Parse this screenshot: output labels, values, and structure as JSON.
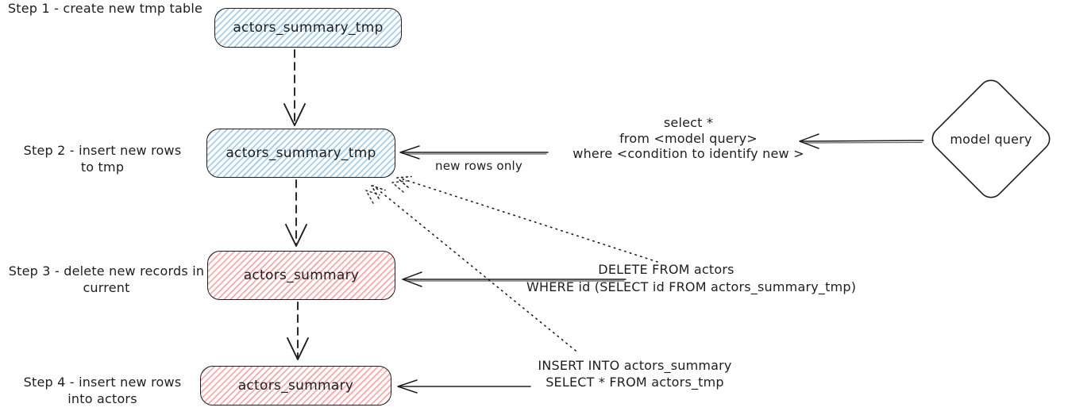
{
  "colors": {
    "ink": "#1e1e1e",
    "blue_stripe": "#a9cde9",
    "red_stripe": "#f4adaa"
  },
  "steps": [
    {
      "label": [
        "Step 1 - create new tmp table"
      ],
      "node": "actors_summary_tmp",
      "node_style": "blue"
    },
    {
      "label": [
        "Step 2 - insert new rows",
        "to tmp"
      ],
      "node": "actors_summary_tmp",
      "node_style": "blue"
    },
    {
      "label": [
        "Step 3 - delete new records in",
        "current"
      ],
      "node": "actors_summary",
      "node_style": "red"
    },
    {
      "label": [
        "Step 4 - insert new rows",
        "into actors"
      ],
      "node": "actors_summary",
      "node_style": "red"
    }
  ],
  "annotations": {
    "new_rows_only": "new rows only",
    "model_select_sql": [
      "select *",
      "from <model query>",
      "where <condition to identify new >"
    ],
    "delete_sql": [
      "DELETE FROM actors",
      "WHERE id (SELECT id FROM actors_summary_tmp)"
    ],
    "insert_sql": [
      "INSERT INTO actors_summary",
      "SELECT * FROM actors_tmp"
    ]
  },
  "diamond": {
    "label": "model query"
  }
}
